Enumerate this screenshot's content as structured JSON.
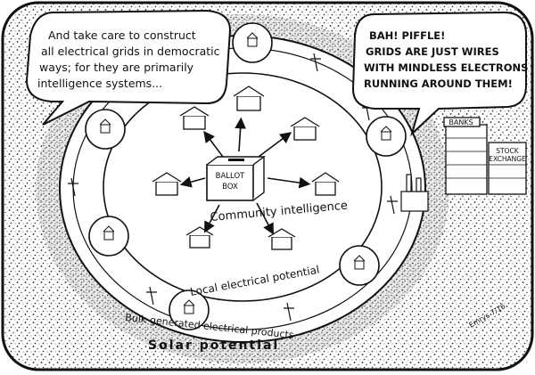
{
  "left_bubble": {
    "lines": [
      "And take care to construct",
      "all electrical grids in democratic",
      "ways; for they are primarily",
      "intelligence systems..."
    ]
  },
  "right_bubble": {
    "lines": [
      "BAH! PIFFLE!",
      "GRIDS ARE JUST WIRES",
      "WITH MINDLESS ELECTRONS",
      "RUNNING AROUND THEM!"
    ]
  },
  "ballot_box": {
    "line1": "BALLOT",
    "line2": "BOX"
  },
  "labels": {
    "community": "Community intelligence",
    "local": "Local electrical potential",
    "bulk": "Bulk-generated electrical products",
    "solar": "Solar potential",
    "banks": "BANKS",
    "stock1": "STOCK",
    "stock2": "EXCHANGE",
    "signature": "Emrys 7/16"
  }
}
